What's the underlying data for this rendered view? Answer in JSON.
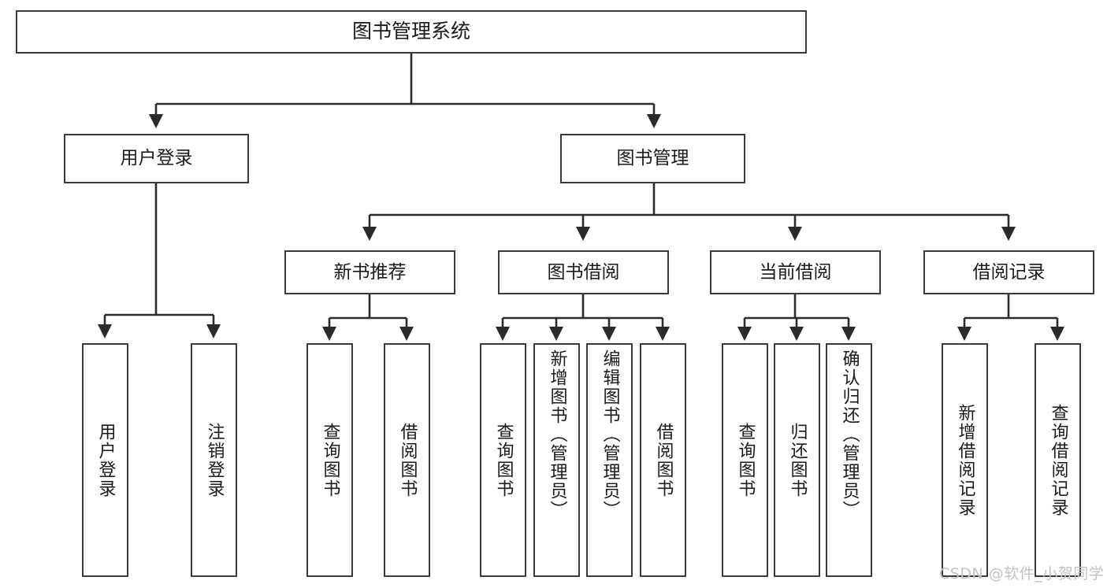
{
  "diagram": {
    "title": "图书管理系统",
    "type": "tree",
    "watermark": "CSDN @软件_小贺同学",
    "colors": {
      "box_border": "#3a3a3a",
      "box_fill": "#ffffff",
      "line": "#2b2b2b",
      "text": "#1a1a1a",
      "watermark": "#c2c2c2",
      "background": "#ffffff"
    },
    "root": {
      "label": "图书管理系统"
    },
    "level2": [
      {
        "id": "user-login",
        "label": "用户登录"
      },
      {
        "id": "book-manage",
        "label": "图书管理"
      }
    ],
    "level3": [
      {
        "id": "new-book-recommend",
        "label": "新书推荐",
        "parent": "book-manage"
      },
      {
        "id": "book-borrow",
        "label": "图书借阅",
        "parent": "book-manage"
      },
      {
        "id": "current-borrow",
        "label": "当前借阅",
        "parent": "book-manage"
      },
      {
        "id": "borrow-record",
        "label": "借阅记录",
        "parent": "book-manage"
      }
    ],
    "leaves": {
      "user-login": [
        {
          "id": "leaf-user-login",
          "label": "用户登录"
        },
        {
          "id": "leaf-logout",
          "label": "注销登录"
        }
      ],
      "new-book-recommend": [
        {
          "id": "leaf-query-book-1",
          "label": "查询图书"
        },
        {
          "id": "leaf-borrow-book-1",
          "label": "借阅图书"
        }
      ],
      "book-borrow": [
        {
          "id": "leaf-query-book-2",
          "label": "查询图书"
        },
        {
          "id": "leaf-add-book",
          "label": "新增图书（管理员）"
        },
        {
          "id": "leaf-edit-book",
          "label": "编辑图书（管理员）"
        },
        {
          "id": "leaf-borrow-book-2",
          "label": "借阅图书"
        }
      ],
      "current-borrow": [
        {
          "id": "leaf-query-book-3",
          "label": "查询图书"
        },
        {
          "id": "leaf-return-book",
          "label": "归还图书"
        },
        {
          "id": "leaf-confirm-return",
          "label": "确认归还（管理员）"
        }
      ],
      "borrow-record": [
        {
          "id": "leaf-add-record",
          "label": "新增借阅记录"
        },
        {
          "id": "leaf-query-record",
          "label": "查询借阅记录"
        }
      ]
    }
  }
}
